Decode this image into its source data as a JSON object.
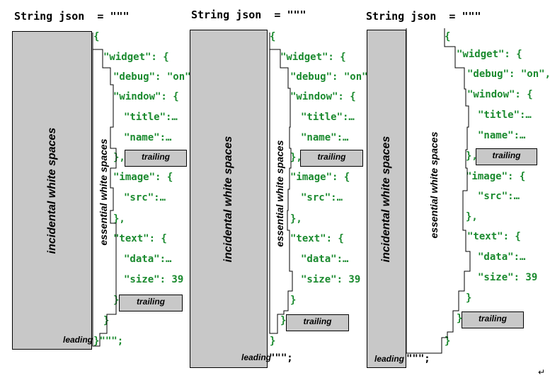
{
  "header": {
    "text": "String json  = \"\"\""
  },
  "labels": {
    "incidental": "incidental white spaces",
    "essential": "essential white spaces",
    "leading": "leading",
    "trailing": "trailing"
  },
  "code": {
    "open_brace": "{",
    "widget": "\"widget\": {",
    "debug": "\"debug\": \"on\",",
    "window": "\"window\": {",
    "title": "\"title\":…",
    "name": "\"name\":…",
    "close_window": "},",
    "image": "\"image\": {",
    "src": "\"src\":…",
    "close_image": "},",
    "text": "\"text\": {",
    "data": "\"data\":…",
    "size": "\"size\": 39",
    "close_text": "}",
    "close_widget": "}",
    "close_root": "}",
    "close_root_quote": "}\"\"\";",
    "end_quote": "\"\"\";"
  },
  "colors": {
    "code": "#1a8a2e",
    "box": "#c8c8c8"
  }
}
